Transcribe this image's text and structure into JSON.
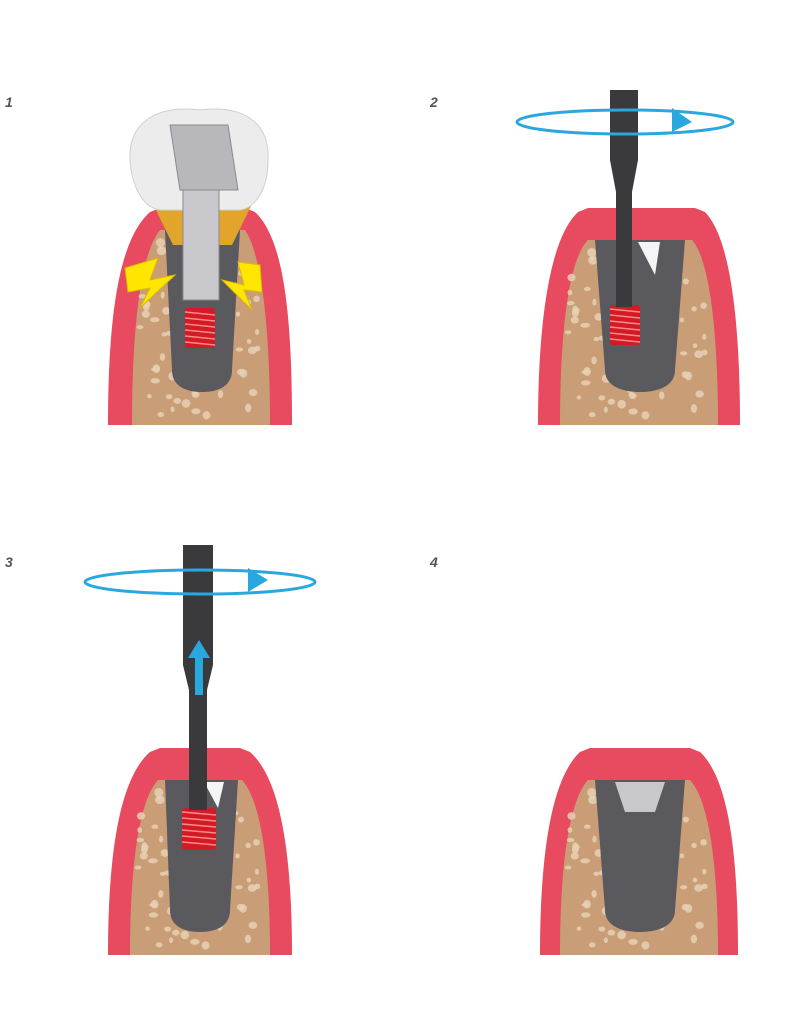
{
  "steps": [
    {
      "number": "1",
      "scene": "implant-with-crown-loose-screw"
    },
    {
      "number": "2",
      "scene": "screwdriver-unscrewing-screw"
    },
    {
      "number": "3",
      "scene": "screw-extracted-upward"
    },
    {
      "number": "4",
      "scene": "implant-free-of-screw"
    }
  ],
  "colors": {
    "gum": "#e84a5f",
    "gum_light": "#f4a3ad",
    "bone": "#c99e77",
    "bone_pore": "#e8d0b4",
    "implant": "#5a5a5e",
    "screw": "#d41a24",
    "arrow": "#29a8e0",
    "bolt": "#ffe600",
    "gold": "#e0a52a",
    "crown": "#ececec",
    "driver": "#3a3a3d"
  }
}
